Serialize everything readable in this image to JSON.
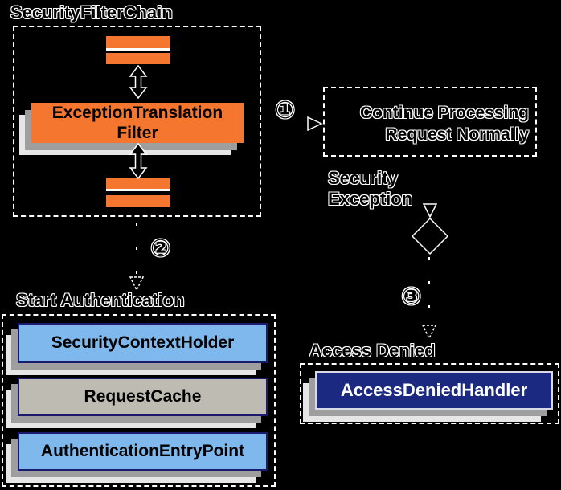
{
  "diagram": {
    "title": "SecurityFilterChain",
    "steps": {
      "one": "①",
      "two": "②",
      "three": "③"
    },
    "filter_chain": {
      "exception_translation_filter": {
        "line1": "ExceptionTranslation",
        "line2": "Filter"
      }
    },
    "continue_processing": {
      "line1": "Continue Processing",
      "line2": "Request Normally"
    },
    "security_exception": {
      "line1": "Security",
      "line2": "Exception"
    },
    "start_authentication": {
      "label": "Start Authentication",
      "items": [
        "SecurityContextHolder",
        "RequestCache",
        "AuthenticationEntryPoint"
      ]
    },
    "access_denied": {
      "label": "Access Denied",
      "handler": "AccessDeniedHandler"
    }
  },
  "colors": {
    "background": "#000000",
    "filter_orange": "#F4762F",
    "component_blue": "#7FB8EC",
    "request_cache_gray": "#BEBBB2",
    "handler_navy": "#1B2A80",
    "box_border_navy": "#1A1A6E",
    "handler_border_light": "#D9D9E8",
    "stack_shadow_gray": "#9E9E9E",
    "stack_shadow_light": "#E6E6E6",
    "line_white": "#FFFFFF"
  }
}
